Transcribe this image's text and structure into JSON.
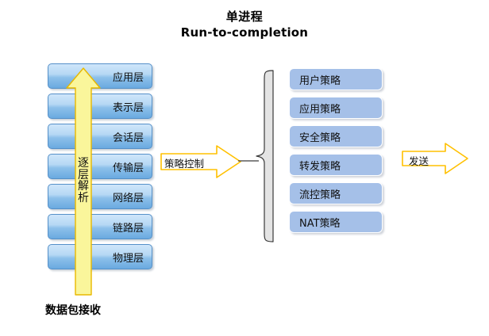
{
  "title": {
    "line1": "单进程",
    "line2": "Run-to-completion"
  },
  "osi_stack": {
    "layers": [
      {
        "label": "应用层"
      },
      {
        "label": "表示层"
      },
      {
        "label": "会话层"
      },
      {
        "label": "传输层"
      },
      {
        "label": "网络层"
      },
      {
        "label": "链路层"
      },
      {
        "label": "物理层"
      }
    ],
    "box_fill_top": "#cfe6fa",
    "box_fill_bottom": "#6aaae0",
    "box_border": "#5590c8"
  },
  "parse_arrow": {
    "chars": [
      "逐",
      "层",
      "解",
      "析"
    ],
    "fill": "#faf69b",
    "border": "#e8b800"
  },
  "captions": {
    "packet_receive": "数据包接收"
  },
  "policy_arrow": {
    "label": "策略控制",
    "fill": "#ffffff",
    "border": "#ffc000"
  },
  "send_arrow": {
    "label": "发送",
    "fill": "#ffffff",
    "border": "#ffc000"
  },
  "brace": {
    "fill": "#e4e4e4",
    "stroke": "#3a3a3a"
  },
  "policy_stack": {
    "items": [
      {
        "label": "用户策略"
      },
      {
        "label": "应用策略"
      },
      {
        "label": "安全策略"
      },
      {
        "label": "转发策略"
      },
      {
        "label": "流控策略"
      },
      {
        "label": "NAT策略"
      }
    ],
    "box_fill": "#a5c0e8",
    "box_border": "#ffffff"
  }
}
